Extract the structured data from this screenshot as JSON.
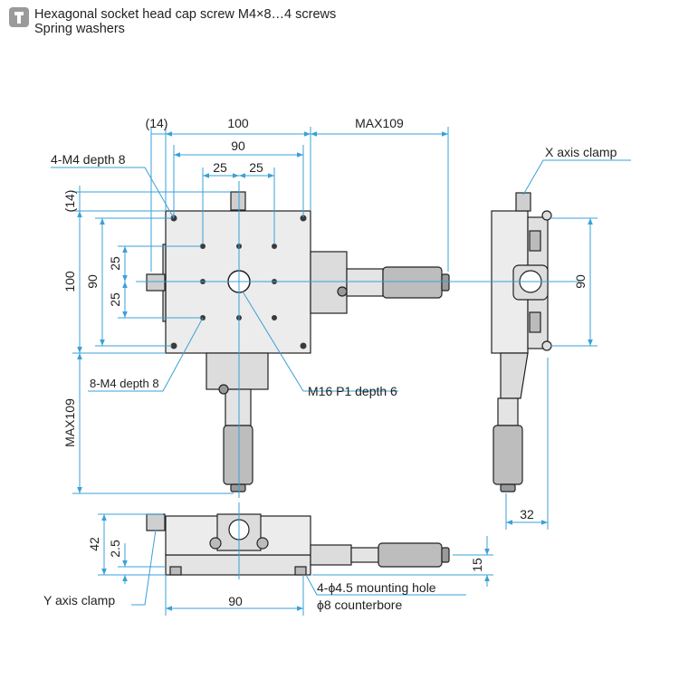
{
  "notes": {
    "line1": "Hexagonal socket head cap screw M4×8…4 screws",
    "line2": "Spring washers"
  },
  "dimensions": {
    "top_offset": "(14)",
    "top_100": "100",
    "top_90": "90",
    "pitch_left": "25",
    "pitch_right": "25",
    "max_right": "MAX109",
    "left_offset": "(14)",
    "left_100": "100",
    "left_90": "90",
    "left_pitch_top": "25",
    "left_pitch_bottom": "25",
    "max_bottom": "MAX109",
    "side_90": "90",
    "side_32": "32",
    "front_42": "42",
    "front_2_5": "2.5",
    "front_15": "15",
    "front_90": "90"
  },
  "callouts": {
    "m4_depth": "4-M4 depth 8",
    "m4_8": "8-M4 depth 8",
    "m16": "M16 P1 depth 6",
    "x_clamp": "X axis clamp",
    "y_clamp": "Y axis clamp",
    "mount_hole": "4-ϕ4.5 mounting hole",
    "counterbore": "ϕ8 counterbore"
  },
  "colors": {
    "dimension_line": "#3aa0d8",
    "outline": "#222222",
    "body_fill": "#e8e8e8",
    "hole_fill": "#3a3a3a",
    "note_icon": "#9a9a9a"
  },
  "icons": {
    "note": "screw-icon"
  }
}
